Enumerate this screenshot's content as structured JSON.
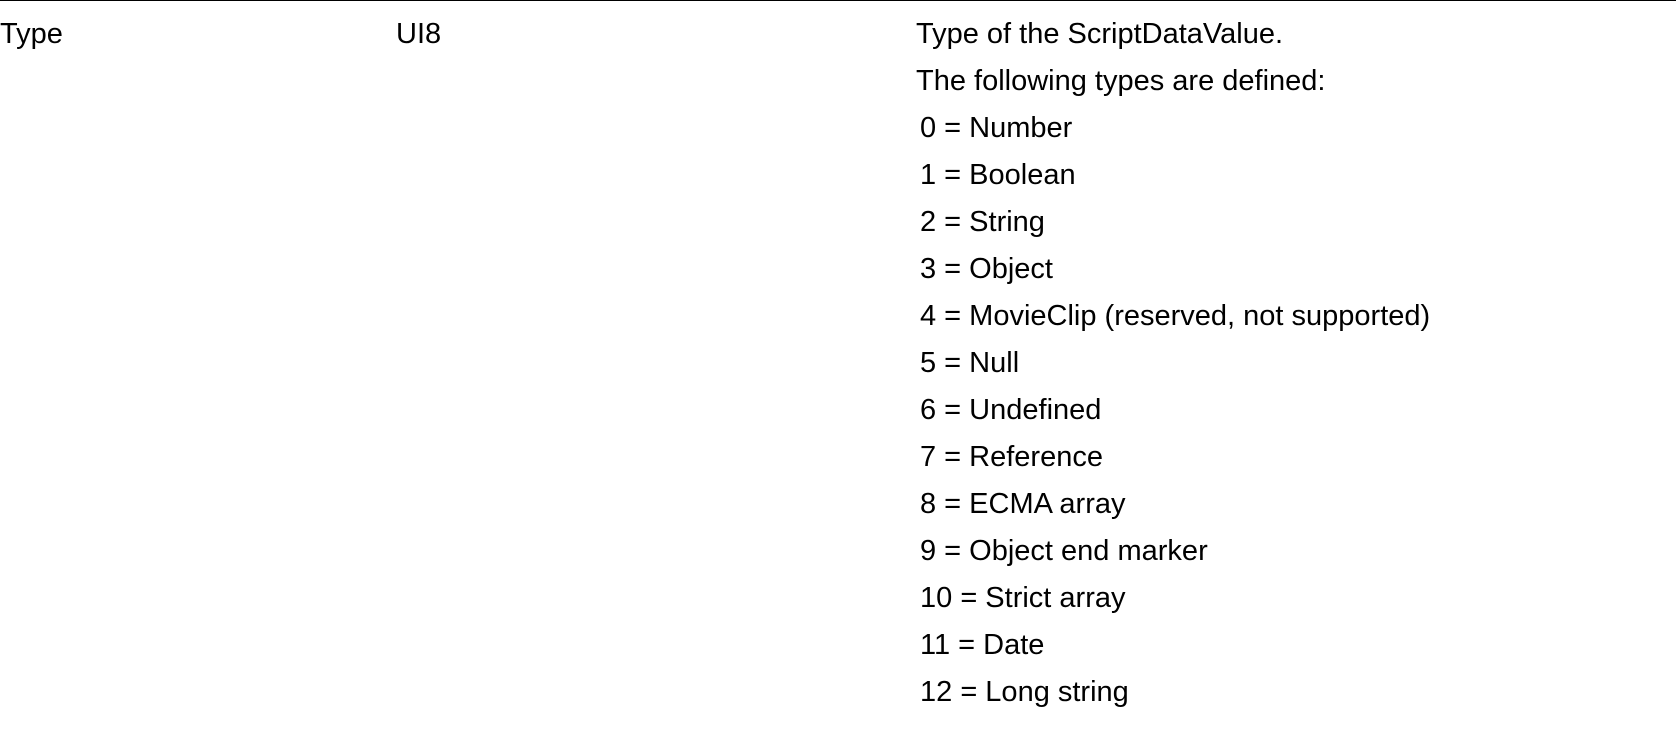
{
  "row": {
    "name": "Type",
    "type": "UI8",
    "description_title": "Type of the ScriptDataValue.",
    "description_intro": "The following types are defined:",
    "types": [
      "0 = Number",
      "1 = Boolean",
      "2 = String",
      "3 = Object",
      "4 = MovieClip (reserved, not supported)",
      "5 = Null",
      "6 = Undefined",
      "7 = Reference",
      "8 = ECMA array",
      "9 = Object end marker",
      "10 = Strict array",
      "11 = Date",
      "12 = Long string"
    ]
  }
}
